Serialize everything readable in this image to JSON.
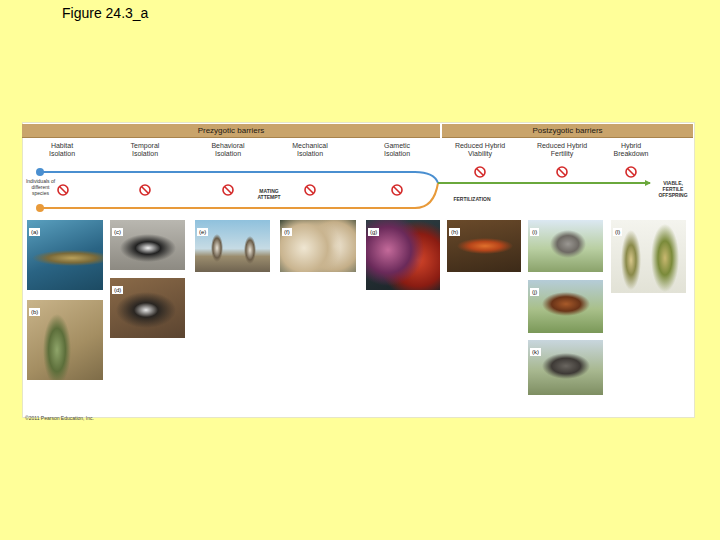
{
  "diagram": {
    "title": "Figure 24.3_a",
    "nodes": [
      {
        "text": [
          "Prezygotic barriers"
        ]
      },
      {
        "text": [
          "Postzygotic barriers"
        ]
      },
      {
        "text": [
          "(a)"
        ]
      },
      {
        "text": [
          "(b)"
        ]
      },
      {
        "text": [
          "(c)"
        ]
      },
      {
        "text": [
          "(d)"
        ]
      },
      {
        "text": [
          "(e)"
        ]
      },
      {
        "text": [
          "(f)"
        ]
      },
      {
        "text": [
          "(g)"
        ]
      },
      {
        "text": [
          "(h)"
        ]
      },
      {
        "text": [
          "(i)"
        ]
      },
      {
        "text": [
          "(j)"
        ]
      },
      {
        "text": [
          "(k)"
        ]
      },
      {
        "text": [
          "(l)"
        ]
      }
    ],
    "labels": [
      "Habitat Isolation",
      "Temporal Isolation",
      "Behavioral Isolation",
      "Mechanical Isolation",
      "Gametic Isolation",
      "Reduced Hybrid Viability",
      "Reduced Hybrid Fertility",
      "Hybrid Breakdown",
      "Individuals of different species",
      "MATING ATTEMPT",
      "FERTILIZATION",
      "VIABLE, FERTILE OFFSPRING",
      "©2011 Pearson Education, Inc."
    ]
  }
}
